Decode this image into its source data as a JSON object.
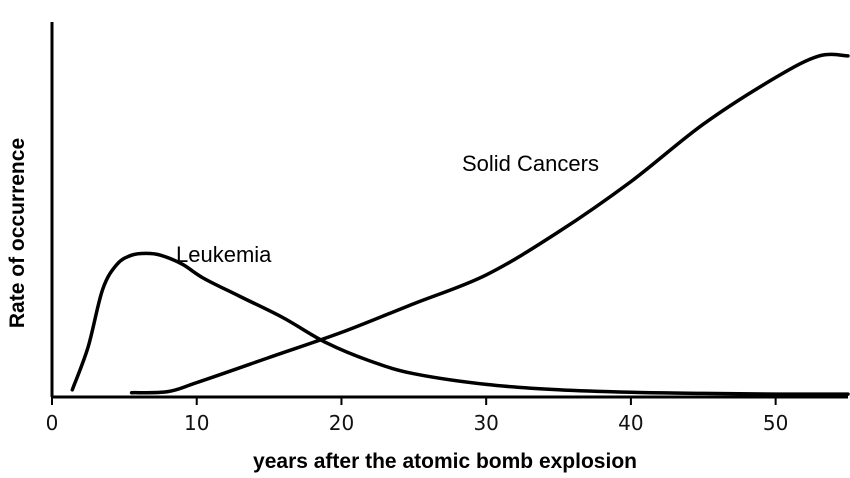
{
  "chart_data": {
    "type": "line",
    "title": "",
    "xlabel": "years after the atomic bomb explosion",
    "ylabel": "Rate of occurrence",
    "xlim": [
      0,
      55
    ],
    "ylim": [
      0,
      1
    ],
    "xticks": [
      0,
      10,
      20,
      30,
      40,
      50
    ],
    "xtick_labels": [
      "0",
      "10",
      "20",
      "30",
      "40",
      "50"
    ],
    "y_tick_labels_shown": false,
    "grid": false,
    "legend": "none",
    "line_color": "#000000",
    "series": [
      {
        "name": "Leukemia",
        "x": [
          1.4,
          2.5,
          3.5,
          4.5,
          5.5,
          6.5,
          7.5,
          9,
          10.5,
          13,
          16,
          19,
          22,
          25,
          30,
          35,
          40,
          45,
          50,
          55
        ],
        "y": [
          0.02,
          0.14,
          0.3,
          0.37,
          0.395,
          0.4,
          0.395,
          0.37,
          0.33,
          0.28,
          0.22,
          0.15,
          0.1,
          0.065,
          0.035,
          0.02,
          0.013,
          0.01,
          0.008,
          0.008
        ]
      },
      {
        "name": "Solid Cancers",
        "x": [
          5.5,
          8,
          10,
          15,
          20,
          25,
          30,
          35,
          40,
          45,
          50,
          53,
          55
        ],
        "y": [
          0.012,
          0.015,
          0.04,
          0.11,
          0.18,
          0.26,
          0.34,
          0.46,
          0.6,
          0.76,
          0.89,
          0.95,
          0.95
        ]
      }
    ]
  }
}
